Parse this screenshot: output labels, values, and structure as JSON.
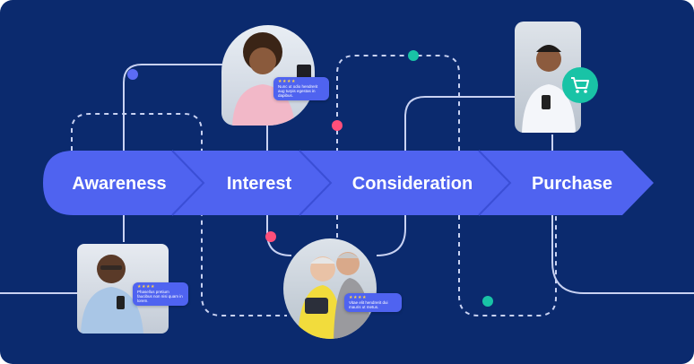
{
  "stages": [
    {
      "label": "Awareness"
    },
    {
      "label": "Interest"
    },
    {
      "label": "Consideration"
    },
    {
      "label": "Purchase"
    }
  ],
  "reviews": [
    {
      "stars": "★★★★",
      "text": "Nunc ut odio hendrerit aug turpis egestas in dapibus."
    },
    {
      "stars": "★★★★",
      "text": "Phasellus pretium faucibus non nisi quam in lorem."
    },
    {
      "stars": "★★★★",
      "text": "Vitae elit hendrerit dui mauris ut metus."
    }
  ],
  "icons": {
    "cart": "shopping-cart-icon"
  },
  "colors": {
    "background": "#0b2a6e",
    "arrow": "#4f63f0",
    "line": "#c9d2f2",
    "dot_teal": "#19c3a6",
    "dot_pink": "#ff4f7a",
    "dot_blue": "#5b6cf5"
  }
}
